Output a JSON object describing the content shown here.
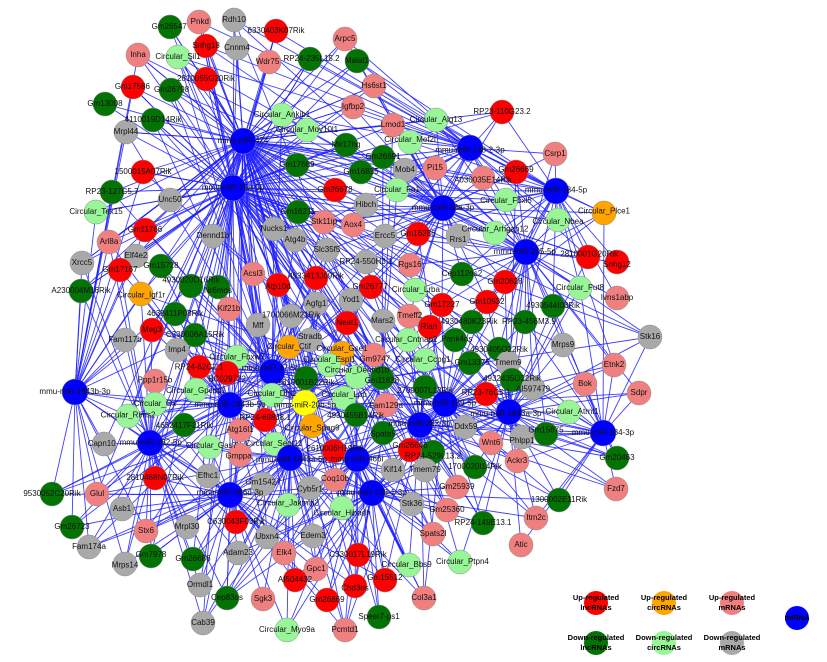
{
  "colors": {
    "L+": "#ff0000",
    "L-": "#037303",
    "C+": "#ffa500",
    "C-": "#98f598",
    "M+": "#f08080",
    "M-": "#a9a9a9",
    "mi": "#0000ff",
    "Y": "#ffff00",
    "edge": "#1f1fff"
  },
  "nodes": [
    {
      "label": "Gm26547",
      "type": "L-"
    },
    {
      "label": "Pnkd",
      "type": "M+"
    },
    {
      "label": "Rdh10",
      "type": "M-"
    },
    {
      "label": "Snhg18",
      "type": "L+"
    },
    {
      "label": "Cnnm4",
      "type": "M-"
    },
    {
      "label": "6330403K07Rik",
      "type": "L+"
    },
    {
      "label": "Inha",
      "type": "M+"
    },
    {
      "label": "Circular_Sil1",
      "type": "C-"
    },
    {
      "label": "Wdr75",
      "type": "M+"
    },
    {
      "label": "RP24-235L15.2",
      "type": "L-"
    },
    {
      "label": "Arpc5",
      "type": "M+"
    },
    {
      "label": "Malat1",
      "type": "L-"
    },
    {
      "label": "2810055G20Rik",
      "type": "L+"
    },
    {
      "label": "Gm17586",
      "type": "L+"
    },
    {
      "label": "Gm26798",
      "type": "L-"
    },
    {
      "label": "Hs6st1",
      "type": "M+"
    },
    {
      "label": "Gm13008",
      "type": "L-"
    },
    {
      "label": "4110019D14Rik",
      "type": "L-"
    },
    {
      "label": "Mrpl44",
      "type": "M-"
    },
    {
      "label": "Circular_Ankib1",
      "type": "C-"
    },
    {
      "label": "Circular_Mov10l1",
      "type": "C-"
    },
    {
      "label": "Igfbp2",
      "type": "M+"
    },
    {
      "label": "Lmod1",
      "type": "M+"
    },
    {
      "label": "Circular_Alg13",
      "type": "C-"
    },
    {
      "label": "mmu-miR-424",
      "type": "mi"
    },
    {
      "label": "Mir17hg",
      "type": "L-"
    },
    {
      "label": "Circular_Mef2l",
      "type": "C-"
    },
    {
      "label": "Gm26691",
      "type": "L-"
    },
    {
      "label": "Gm17689",
      "type": "L-"
    },
    {
      "label": "Gm16835",
      "type": "L-"
    },
    {
      "label": "Mob4",
      "type": "M-"
    },
    {
      "label": "Pi15",
      "type": "M+"
    },
    {
      "label": "mmu-miR-138-2-3p",
      "type": "mi"
    },
    {
      "label": "RP23-110G23.2",
      "type": "L+"
    },
    {
      "label": "Csrp1",
      "type": "M+"
    },
    {
      "label": "Gm26669",
      "type": "L+"
    },
    {
      "label": "A030035E14Rik",
      "type": "M+"
    },
    {
      "label": "1500015A07Rik",
      "type": "L+"
    },
    {
      "label": "RP23-127C5.7",
      "type": "L-"
    },
    {
      "label": "mmu-miR-15a-5p",
      "type": "mi"
    },
    {
      "label": "Gm26678",
      "type": "L+"
    },
    {
      "label": "Hibch",
      "type": "M-"
    },
    {
      "label": "Circular_Fn1",
      "type": "C-"
    },
    {
      "label": "mmu-miR-18a-3p",
      "type": "mi"
    },
    {
      "label": "mmu-miR-184-5p",
      "type": "mi"
    },
    {
      "label": "Circular_Fbxl5",
      "type": "C-"
    },
    {
      "label": "Circular_Nbea",
      "type": "C-"
    },
    {
      "label": "Circular_Plce1",
      "type": "C+"
    },
    {
      "label": "Unc50",
      "type": "M-"
    },
    {
      "label": "Circular_Tex15",
      "type": "C-"
    },
    {
      "label": "Gm11766",
      "type": "L+"
    },
    {
      "label": "Arl8a",
      "type": "M+"
    },
    {
      "label": "Dennd1b",
      "type": "M-"
    },
    {
      "label": "Gm16211",
      "type": "L-"
    },
    {
      "label": "Nucks1",
      "type": "M-"
    },
    {
      "label": "Stk11ip",
      "type": "M+"
    },
    {
      "label": "Aox4",
      "type": "M+"
    },
    {
      "label": "Atg4b",
      "type": "M-"
    },
    {
      "label": "Ercc5",
      "type": "M-"
    },
    {
      "label": "Gm16286",
      "type": "L+"
    },
    {
      "label": "Rrs1",
      "type": "M-"
    },
    {
      "label": "Circular_Arhgap12",
      "type": "C-"
    },
    {
      "label": "mmu-miR-205-5p",
      "type": "mi"
    },
    {
      "label": "2810001G20Rik",
      "type": "L+"
    },
    {
      "label": "Snhg12",
      "type": "L+"
    },
    {
      "label": "Elf4e2",
      "type": "M-"
    },
    {
      "label": "Xrcc5",
      "type": "M-"
    },
    {
      "label": "Slc35f5",
      "type": "M-"
    },
    {
      "label": "RP24-550H3.1",
      "type": "M-"
    },
    {
      "label": "Rgs16",
      "type": "M+"
    },
    {
      "label": "Gm17167",
      "type": "L+"
    },
    {
      "label": "Gm15728",
      "type": "L-"
    },
    {
      "label": "Acsl3",
      "type": "M+"
    },
    {
      "label": "Atp10d",
      "type": "L+"
    },
    {
      "label": "4933413J09Rik",
      "type": "L+"
    },
    {
      "label": "Gm26777",
      "type": "L+"
    },
    {
      "label": "Circular_Lrba",
      "type": "C-"
    },
    {
      "label": "Cep112os2",
      "type": "L-"
    },
    {
      "label": "Gm20628",
      "type": "L+"
    },
    {
      "label": "Circular_Fut8",
      "type": "C-"
    },
    {
      "label": "Ivns1abp",
      "type": "M+"
    },
    {
      "label": "A230004M16Rik",
      "type": "L-"
    },
    {
      "label": "Circular_Igf1r",
      "type": "C+"
    },
    {
      "label": "4930020D16Rik",
      "type": "L-"
    },
    {
      "label": "Nr6mos",
      "type": "L-"
    },
    {
      "label": "Kif21b",
      "type": "M+"
    },
    {
      "label": "Agfg1",
      "type": "M-"
    },
    {
      "label": "Yod1",
      "type": "M-"
    },
    {
      "label": "4632411P08Rik",
      "type": "L-"
    },
    {
      "label": "Mff",
      "type": "M-"
    },
    {
      "label": "1700066M21Rik",
      "type": "M-"
    },
    {
      "label": "Neat1",
      "type": "L+"
    },
    {
      "label": "Mars2",
      "type": "M-"
    },
    {
      "label": "Tmeff2",
      "type": "M+"
    },
    {
      "label": "Gm17227",
      "type": "L+"
    },
    {
      "label": "Gm10532",
      "type": "L+"
    },
    {
      "label": "Rian",
      "type": "L+"
    },
    {
      "label": "4930480K23Rik",
      "type": "L-"
    },
    {
      "label": "4930544I08Rik",
      "type": "L-"
    },
    {
      "label": "RP23-456M3.9",
      "type": "L-"
    },
    {
      "label": "Pank4os",
      "type": "L-"
    },
    {
      "label": "Circular_Cntnap2",
      "type": "C-"
    },
    {
      "label": "Meg3",
      "type": "L+"
    },
    {
      "label": "C330006A15Rik",
      "type": "L-"
    },
    {
      "label": "Fam117b",
      "type": "M-"
    },
    {
      "label": "Imp4",
      "type": "M-"
    },
    {
      "label": "Circular_Ctif",
      "type": "C+"
    },
    {
      "label": "Stradb",
      "type": "M-"
    },
    {
      "label": "Circular_Gse1",
      "type": "C+"
    },
    {
      "label": "Gm9747",
      "type": "M+"
    },
    {
      "label": "Circular_Ccpg1",
      "type": "C-"
    },
    {
      "label": "4930405O22Rik",
      "type": "L-"
    },
    {
      "label": "Gm13375",
      "type": "L-"
    },
    {
      "label": "Mrps9",
      "type": "M-"
    },
    {
      "label": "Tmem9",
      "type": "M-"
    },
    {
      "label": "Etnk2",
      "type": "M+"
    },
    {
      "label": "Bok",
      "type": "M+"
    },
    {
      "label": "Stk16",
      "type": "M-"
    },
    {
      "label": "Sdpr",
      "type": "M+"
    },
    {
      "label": "Circular_Fbxw7",
      "type": "C-"
    },
    {
      "label": "Circular_Espl1",
      "type": "C-"
    },
    {
      "label": "Circular_Dennd1b",
      "type": "C-"
    },
    {
      "label": "RP24-62C2.1",
      "type": "L+"
    },
    {
      "label": "mmu-miR-17-5p",
      "type": "mi"
    },
    {
      "label": "Ppp1r15b",
      "type": "M+"
    },
    {
      "label": "BC029722",
      "type": "L+"
    },
    {
      "label": "1810001B22Rik",
      "type": "L-"
    },
    {
      "label": "Gm11838",
      "type": "L-"
    },
    {
      "label": "2700007L13Rik",
      "type": "L-"
    },
    {
      "label": "4932435O22Rik",
      "type": "L-"
    },
    {
      "label": "RP23-76C5.1",
      "type": "L+"
    },
    {
      "label": "AI597479",
      "type": "M-"
    },
    {
      "label": "mmu-miR-1843b-3p",
      "type": "mi"
    },
    {
      "label": "Circular_Gpcpd1",
      "type": "C-"
    },
    {
      "label": "Circular_Dlg1",
      "type": "C-"
    },
    {
      "label": "mmu-miR-20b-5p",
      "type": "Y"
    },
    {
      "label": "Circular_Lpp",
      "type": "C-"
    },
    {
      "label": "Fam129a",
      "type": "M+"
    },
    {
      "label": "mmu-miR-139-5p",
      "type": "mi"
    },
    {
      "label": "mmu-miR-1843a-3p",
      "type": "mi"
    },
    {
      "label": "Circular_Atrnl1",
      "type": "C-"
    },
    {
      "label": "mmu-miR-184-3p",
      "type": "mi"
    },
    {
      "label": "Circular_Ox",
      "type": "C-"
    },
    {
      "label": "mmu-miR-1843b-5p",
      "type": "mi"
    },
    {
      "label": "RP24-698J8.1",
      "type": "L+"
    },
    {
      "label": "Circular_Spag9",
      "type": "C+"
    },
    {
      "label": "4930455B14Rik",
      "type": "L-"
    },
    {
      "label": "Circular_Rims2",
      "type": "C-"
    },
    {
      "label": "4632417F21Rik",
      "type": "L-"
    },
    {
      "label": "mmu-miR-382-3p",
      "type": "mi"
    },
    {
      "label": "Ddx59",
      "type": "M-"
    },
    {
      "label": "Gm15675",
      "type": "L-"
    },
    {
      "label": "Atg16l1",
      "type": "M+"
    },
    {
      "label": "Circular_Sept11",
      "type": "C-"
    },
    {
      "label": "2610006H19Rik",
      "type": "L+"
    },
    {
      "label": "Spata5",
      "type": "L-"
    },
    {
      "label": "Capn10",
      "type": "M-"
    },
    {
      "label": "mmu-miR-382-5p",
      "type": "mi"
    },
    {
      "label": "Circular_Gas7",
      "type": "C-"
    },
    {
      "label": "Gmppa",
      "type": "M+"
    },
    {
      "label": "mmu-miR-1843a-5p",
      "type": "mi"
    },
    {
      "label": "mmu-miR-466i",
      "type": "mi"
    },
    {
      "label": "Gm26646",
      "type": "L+"
    },
    {
      "label": "RP24-529L13.2",
      "type": "L-"
    },
    {
      "label": "Wnt6",
      "type": "M+"
    },
    {
      "label": "Phlpp1",
      "type": "M-"
    },
    {
      "label": "Ackr3",
      "type": "M+"
    },
    {
      "label": "Gm20463",
      "type": "L-"
    },
    {
      "label": "2810468N07Rik",
      "type": "L+"
    },
    {
      "label": "Efhc1",
      "type": "M-"
    },
    {
      "label": "Gm15427",
      "type": "M-"
    },
    {
      "label": "Cyb5r1",
      "type": "M-"
    },
    {
      "label": "Coq10b",
      "type": "M+"
    },
    {
      "label": "mmu-miR-138-1-3p",
      "type": "mi"
    },
    {
      "label": "mmu-miR-466d-3p",
      "type": "mi"
    },
    {
      "label": "Kif14",
      "type": "M-"
    },
    {
      "label": "Tmem79",
      "type": "M-"
    },
    {
      "label": "1700020I14Rik",
      "type": "L-"
    },
    {
      "label": "Fzd7",
      "type": "M+"
    },
    {
      "label": "1300002E11Rik",
      "type": "L-"
    },
    {
      "label": "Stk36",
      "type": "M-"
    },
    {
      "label": "Gm25939",
      "type": "M+"
    },
    {
      "label": "9530052C20Rik",
      "type": "L-"
    },
    {
      "label": "Glul",
      "type": "M+"
    },
    {
      "label": "Asb1",
      "type": "M-"
    },
    {
      "label": "Circular_Jakmip2",
      "type": "C-"
    },
    {
      "label": "Circular_Hibadh",
      "type": "C-"
    },
    {
      "label": "Stx6",
      "type": "M+"
    },
    {
      "label": "Mrpl30",
      "type": "M-"
    },
    {
      "label": "C630043F03Rik",
      "type": "L+"
    },
    {
      "label": "Gm26723",
      "type": "L-"
    },
    {
      "label": "Fam174a",
      "type": "M-"
    },
    {
      "label": "Gm7978",
      "type": "L-"
    },
    {
      "label": "Gm26686",
      "type": "L-"
    },
    {
      "label": "Adam23",
      "type": "M-"
    },
    {
      "label": "Ubxn4",
      "type": "M-"
    },
    {
      "label": "Edem3",
      "type": "M-"
    },
    {
      "label": "Gm25360",
      "type": "M+"
    },
    {
      "label": "RP24-149E13.1",
      "type": "L-"
    },
    {
      "label": "Itm2c",
      "type": "M+"
    },
    {
      "label": "Atic",
      "type": "M+"
    },
    {
      "label": "Spats2l",
      "type": "M+"
    },
    {
      "label": "Elk4",
      "type": "M+"
    },
    {
      "label": "Gpc1",
      "type": "M+"
    },
    {
      "label": "C330017L19Rik",
      "type": "L+"
    },
    {
      "label": "Mrps14",
      "type": "M-"
    },
    {
      "label": "Ormdl1",
      "type": "M-"
    },
    {
      "label": "Cep83os",
      "type": "L-"
    },
    {
      "label": "Sgk3",
      "type": "M+"
    },
    {
      "label": "AI504432",
      "type": "L+"
    },
    {
      "label": "Chd3os",
      "type": "L+"
    },
    {
      "label": "Gm15512",
      "type": "L+"
    },
    {
      "label": "Gm26869",
      "type": "L+"
    },
    {
      "label": "Circular_Bbs9",
      "type": "C-"
    },
    {
      "label": "Circular_Ptpn4",
      "type": "C-"
    },
    {
      "label": "Col3a1",
      "type": "M+"
    },
    {
      "label": "Speer7-ps1",
      "type": "L-"
    },
    {
      "label": "Cab39",
      "type": "M-"
    },
    {
      "label": "Circular_Myo9a",
      "type": "C-"
    },
    {
      "label": "Pcmtd1",
      "type": "M+"
    }
  ],
  "legend": [
    {
      "line1": "Up-regulated",
      "line2": "lncRNAs",
      "type": "L+"
    },
    {
      "line1": "Up-regulated",
      "line2": "circRNAs",
      "type": "C+"
    },
    {
      "line1": "Up-regulated",
      "line2": "mRNAs",
      "type": "M+"
    },
    {
      "line1": "miRNA",
      "line2": "",
      "type": "mi"
    },
    {
      "line1": "Down-regulated",
      "line2": "lncRNAs",
      "type": "L-"
    },
    {
      "line1": "Down-regulated",
      "line2": "circRNAs",
      "type": "C-"
    },
    {
      "line1": "Down-regulated",
      "line2": "mRNAs",
      "type": "M-"
    }
  ]
}
